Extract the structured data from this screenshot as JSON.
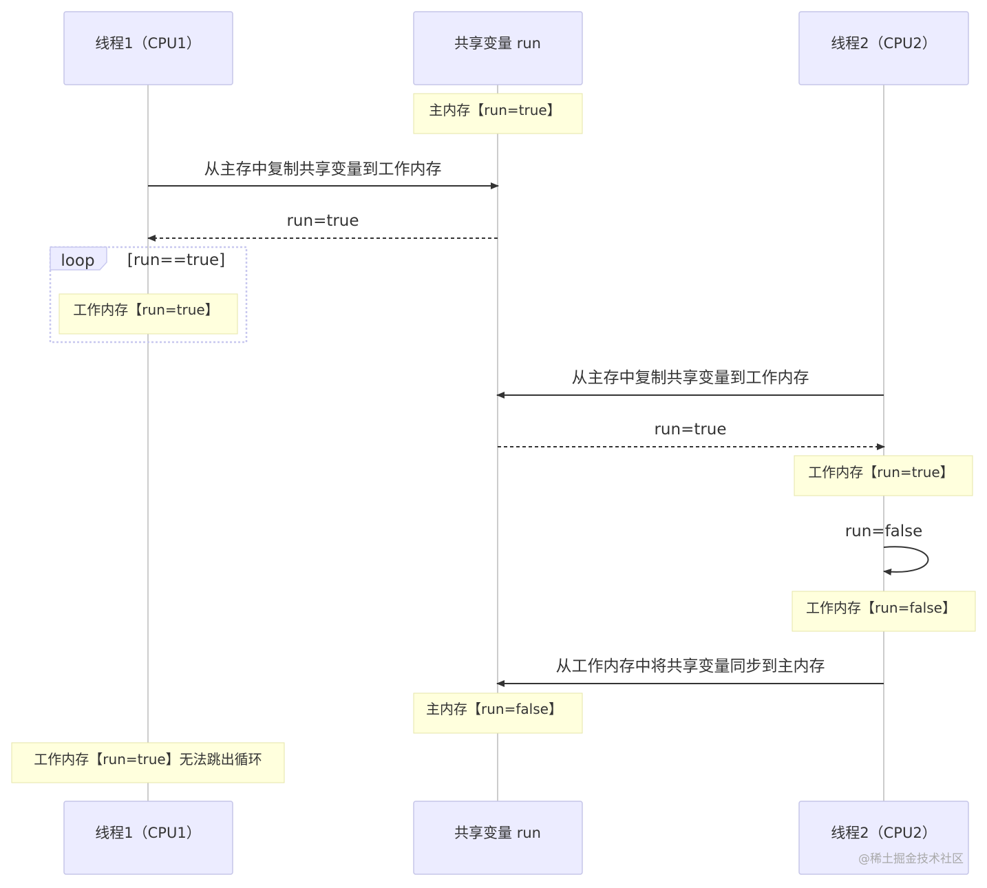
{
  "colors": {
    "actor_fill": "#ececff",
    "actor_stroke": "#c5c5e8",
    "note_fill": "#ffffdd",
    "note_stroke": "#e6e6a8",
    "line": "#333333",
    "lifeline": "#999999",
    "loop_stroke": "#c8c8ef",
    "text": "#333333",
    "watermark": "#a9a9a9"
  },
  "actors": [
    {
      "id": "t1",
      "label": "线程1（CPU1）"
    },
    {
      "id": "shared",
      "label": "共享变量 run"
    },
    {
      "id": "t2",
      "label": "线程2（CPU2）"
    }
  ],
  "notes": [
    {
      "text": "主内存【run=true】"
    },
    {
      "text": "工作内存【run=true】"
    },
    {
      "text": "工作内存【run=true】"
    },
    {
      "text": "工作内存【run=false】"
    },
    {
      "text": "主内存【run=false】"
    },
    {
      "text": "工作内存【run=true】无法跳出循环"
    }
  ],
  "messages": [
    {
      "text": "从主存中复制共享变量到工作内存",
      "style": "solid"
    },
    {
      "text": "run=true",
      "style": "dashed"
    },
    {
      "text": "从主存中复制共享变量到工作内存",
      "style": "solid"
    },
    {
      "text": "run=true",
      "style": "dashed"
    },
    {
      "text": "run=false",
      "style": "solid"
    },
    {
      "text": "从工作内存中将共享变量同步到主内存",
      "style": "solid"
    }
  ],
  "loop": {
    "label": "loop",
    "condition": "[run==true]"
  },
  "watermark": "@稀土掘金技术社区"
}
